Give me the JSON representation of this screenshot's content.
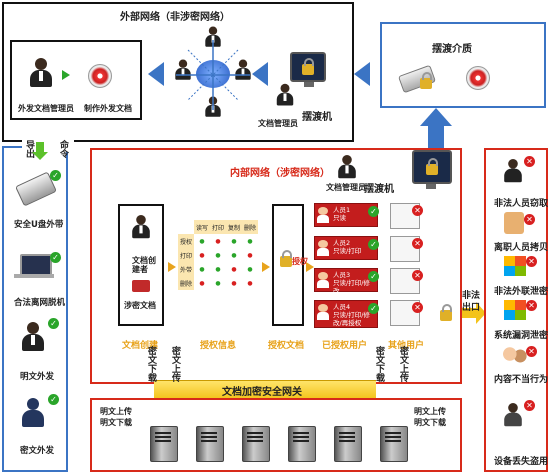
{
  "external_network": {
    "title": "外部网络（非涉密网络）",
    "left_label1": "外发文档管理员",
    "left_label2": "制作外发文档",
    "admin_label": "文档管理员",
    "ferry_label": "摆渡机"
  },
  "ferry_media": {
    "title": "摆渡介质"
  },
  "left_panel": {
    "top_label_1": "导出",
    "top_label_2": "命令",
    "items": [
      "安全U盘外带",
      "合法离网脱机",
      "明文外发",
      "密文外发"
    ]
  },
  "internal_network": {
    "title": "内部网络（涉密网络）",
    "admin_label": "文档管理员",
    "ferry_label": "摆渡机",
    "creator_label": "文档创建者",
    "secret_doc_label": "涉密文档",
    "auth_label": "授权",
    "grid_headers": [
      "读写",
      "打印",
      "复制",
      "删除"
    ],
    "grid_rows": [
      "授权",
      "打印",
      "外带",
      "删除"
    ],
    "users": [
      {
        "name": "人员1",
        "perm": "只读"
      },
      {
        "name": "人员2",
        "perm": "只读/打印"
      },
      {
        "name": "人员3",
        "perm": "只读/打印/修改"
      },
      {
        "name": "人员4",
        "perm": "只读/打印/修改/再授权"
      }
    ],
    "stage_labels": [
      "文档创建",
      "授权信息",
      "授权文档",
      "已授权用户",
      "其他用户"
    ],
    "illegal_out": "非法出口"
  },
  "gateway": {
    "title": "文档加密安全网关",
    "left_down": "密文下载",
    "left_up": "密文上传",
    "right_down": "密文下载",
    "right_up": "密文上传",
    "left_server_label": "明文上传\n明文下载",
    "right_server_label": "明文上传\n明文下载"
  },
  "threats": [
    "非法人员窃取",
    "离职人员拷贝",
    "非法外联泄密",
    "系统漏洞泄密",
    "内容不当行为",
    "设备丢失盗用"
  ],
  "colors": {
    "red": "#d72a1a",
    "blue": "#3b74c4",
    "gold": "#f3c31a"
  }
}
